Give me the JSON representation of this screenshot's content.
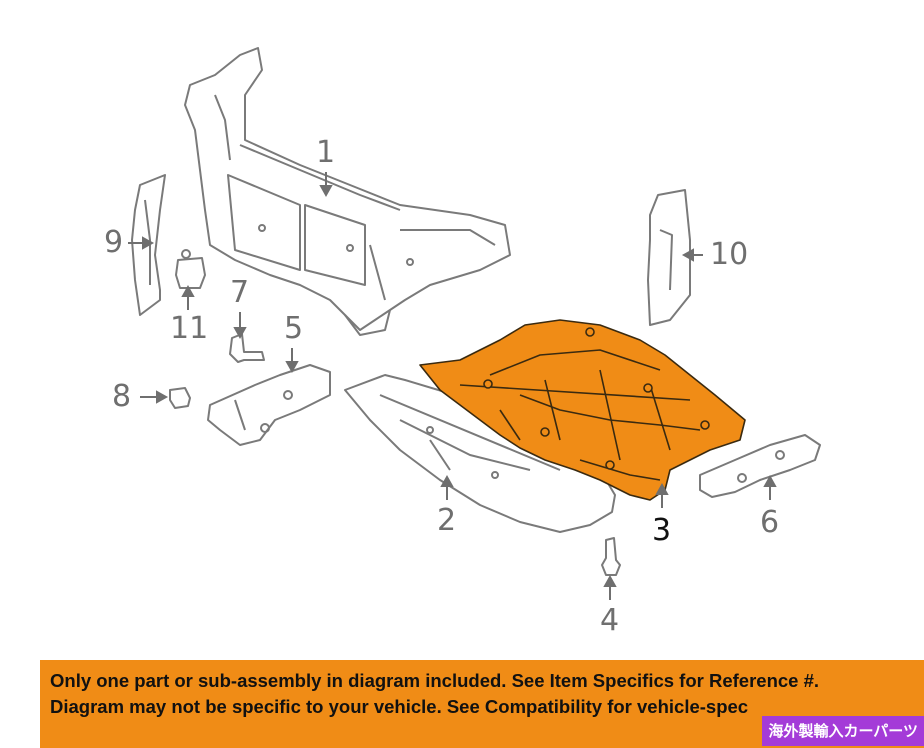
{
  "diagram": {
    "callouts": [
      {
        "id": "1",
        "label": "1"
      },
      {
        "id": "2",
        "label": "2"
      },
      {
        "id": "3",
        "label": "3"
      },
      {
        "id": "4",
        "label": "4"
      },
      {
        "id": "5",
        "label": "5"
      },
      {
        "id": "6",
        "label": "6"
      },
      {
        "id": "7",
        "label": "7"
      },
      {
        "id": "8",
        "label": "8"
      },
      {
        "id": "9",
        "label": "9"
      },
      {
        "id": "10",
        "label": "10"
      },
      {
        "id": "11",
        "label": "11"
      }
    ],
    "highlighted_part": "3",
    "colors": {
      "highlight": "#f08c16",
      "line": "#7a7a7a",
      "text": "#6f6f6f",
      "banner": "#f08c16",
      "watermark": "#a43bd8"
    }
  },
  "banner": {
    "line1": "Only one part or sub-assembly in diagram included. See Item Specifics for Reference #.",
    "line2": "Diagram may not be specific to your vehicle. See Compatibility for vehicle-spec"
  },
  "watermark": "海外製輸入カーパーツ"
}
